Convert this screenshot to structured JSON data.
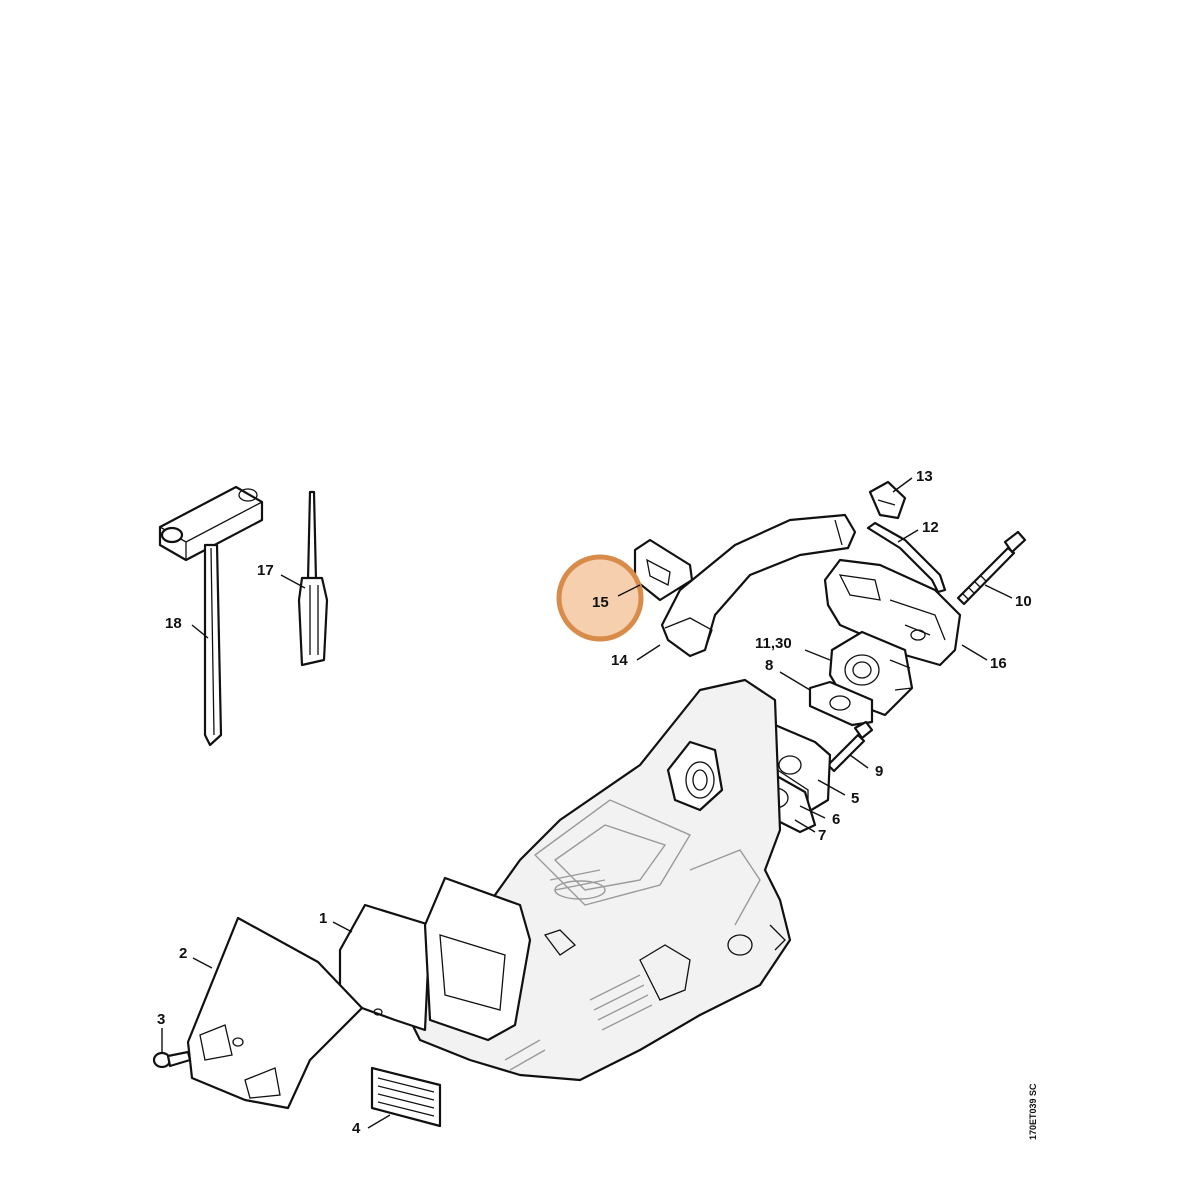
{
  "callouts": [
    {
      "id": "c1",
      "text": "1"
    },
    {
      "id": "c2",
      "text": "2"
    },
    {
      "id": "c3",
      "text": "3"
    },
    {
      "id": "c4",
      "text": "4"
    },
    {
      "id": "c5",
      "text": "5"
    },
    {
      "id": "c6",
      "text": "6"
    },
    {
      "id": "c7",
      "text": "7"
    },
    {
      "id": "c8",
      "text": "8"
    },
    {
      "id": "c9",
      "text": "9"
    },
    {
      "id": "c10",
      "text": "10"
    },
    {
      "id": "c11",
      "text": "11,30"
    },
    {
      "id": "c12",
      "text": "12"
    },
    {
      "id": "c13",
      "text": "13"
    },
    {
      "id": "c14",
      "text": "14"
    },
    {
      "id": "c15",
      "text": "15"
    },
    {
      "id": "c16",
      "text": "16"
    },
    {
      "id": "c17",
      "text": "17"
    },
    {
      "id": "c18",
      "text": "18"
    }
  ],
  "highlight": {
    "callout": "15",
    "color": "#f5cfae",
    "ring_color": "#d98b4a"
  },
  "drawing_ref": "170ET039 SC"
}
